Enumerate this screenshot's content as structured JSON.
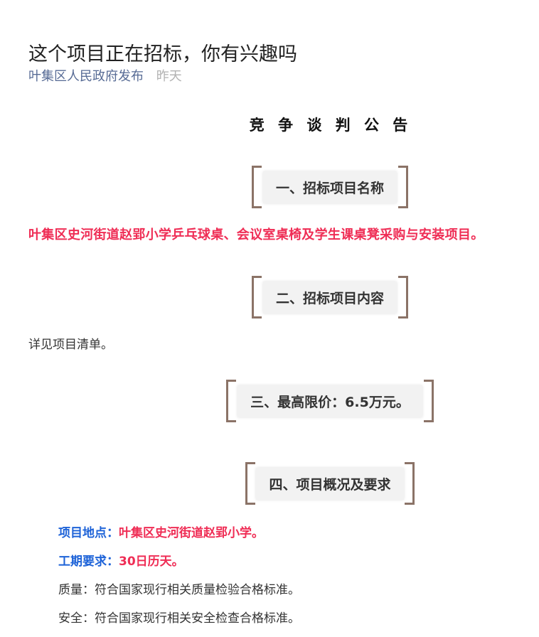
{
  "article": {
    "title": "这个项目正在招标，你有兴趣吗",
    "publisher": "叶集区人民政府发布",
    "time": "昨天"
  },
  "document": {
    "heading": "竞 争 谈 判 公 告",
    "sections": [
      {
        "label": "一、招标项目名称"
      },
      {
        "label": "二、招标项目内容"
      },
      {
        "label": "三、最高限价：6.5万元。"
      },
      {
        "label": "四、项目概况及要求"
      }
    ],
    "project_name": "叶集区史河街道赵郢小学乒乓球桌、会议室桌椅及学生课桌凳采购与安装项目。",
    "content_text": "详见项目清单。",
    "details": [
      {
        "label": "项目地点：",
        "value": "叶集区史河街道赵郢小学。"
      },
      {
        "label": "工期要求：",
        "value": "30日历天。"
      },
      {
        "label": "质量：",
        "value": "符合国家现行相关质量检验合格标准。"
      },
      {
        "label": "安全：",
        "value": "符合国家现行相关安全检查合格标准。"
      }
    ]
  },
  "colors": {
    "publisher": "#576b95",
    "highlight_red": "#ef2d55",
    "highlight_blue": "#1e63d8",
    "frame_border": "#8b7367"
  }
}
